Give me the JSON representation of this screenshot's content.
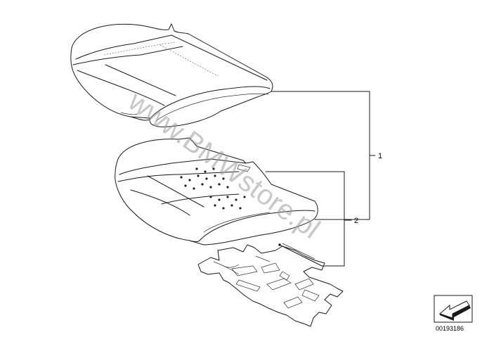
{
  "diagram": {
    "callouts": [
      {
        "id": "1",
        "label": "1"
      },
      {
        "id": "2",
        "label": "2"
      }
    ],
    "watermark": "www.BMWstore.pl",
    "catalog_number": "00193186",
    "icons": [
      "seat-cover-upper-part",
      "seat-cushion-lower-part",
      "heating-mat-part",
      "direction-arrow-icon"
    ]
  }
}
